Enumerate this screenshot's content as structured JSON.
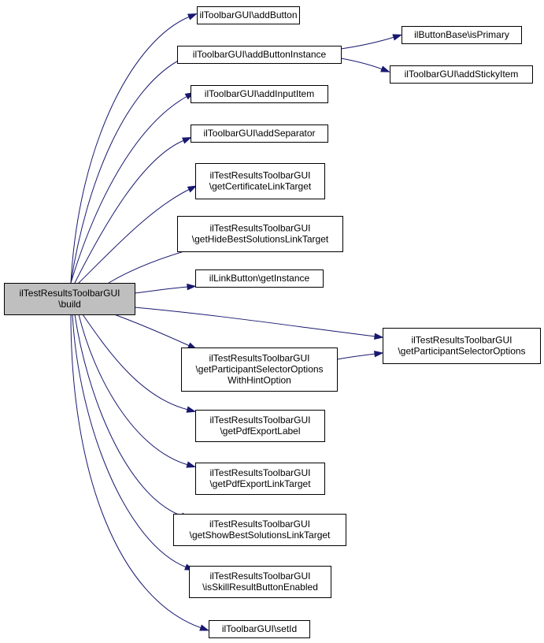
{
  "graph": {
    "colors": {
      "edge": "#191970",
      "root_fill": "#bfbfbf",
      "node_fill": "#ffffff",
      "border": "#000000"
    },
    "root": {
      "id": "build",
      "lines": [
        "ilTestResultsToolbarGUI",
        "\\build"
      ]
    },
    "nodes": [
      {
        "id": "addButton",
        "lines": [
          "ilToolbarGUI\\addButton"
        ]
      },
      {
        "id": "addButtonInstance",
        "lines": [
          "ilToolbarGUI\\addButtonInstance"
        ]
      },
      {
        "id": "isPrimary",
        "lines": [
          "ilButtonBase\\isPrimary"
        ]
      },
      {
        "id": "addStickyItem",
        "lines": [
          "ilToolbarGUI\\addStickyItem"
        ]
      },
      {
        "id": "addInputItem",
        "lines": [
          "ilToolbarGUI\\addInputItem"
        ]
      },
      {
        "id": "addSeparator",
        "lines": [
          "ilToolbarGUI\\addSeparator"
        ]
      },
      {
        "id": "getCertificateLinkTarget",
        "lines": [
          "ilTestResultsToolbarGUI",
          "\\getCertificateLinkTarget"
        ]
      },
      {
        "id": "getHideBestSolutionsLinkTarget",
        "lines": [
          "ilTestResultsToolbarGUI",
          "\\getHideBestSolutionsLinkTarget"
        ]
      },
      {
        "id": "getInstance",
        "lines": [
          "ilLinkButton\\getInstance"
        ]
      },
      {
        "id": "getParticipantSelectorOptions",
        "lines": [
          "ilTestResultsToolbarGUI",
          "\\getParticipantSelectorOptions"
        ]
      },
      {
        "id": "getParticipantSelectorOptionsWithHintOption",
        "lines": [
          "ilTestResultsToolbarGUI",
          "\\getParticipantSelectorOptions",
          "WithHintOption"
        ]
      },
      {
        "id": "getPdfExportLabel",
        "lines": [
          "ilTestResultsToolbarGUI",
          "\\getPdfExportLabel"
        ]
      },
      {
        "id": "getPdfExportLinkTarget",
        "lines": [
          "ilTestResultsToolbarGUI",
          "\\getPdfExportLinkTarget"
        ]
      },
      {
        "id": "getShowBestSolutionsLinkTarget",
        "lines": [
          "ilTestResultsToolbarGUI",
          "\\getShowBestSolutionsLinkTarget"
        ]
      },
      {
        "id": "isSkillResultButtonEnabled",
        "lines": [
          "ilTestResultsToolbarGUI",
          "\\isSkillResultButtonEnabled"
        ]
      },
      {
        "id": "setId",
        "lines": [
          "ilToolbarGUI\\setId"
        ]
      }
    ],
    "edges": [
      {
        "from": "build",
        "to": "addButton"
      },
      {
        "from": "build",
        "to": "addButtonInstance"
      },
      {
        "from": "addButtonInstance",
        "to": "isPrimary"
      },
      {
        "from": "addButtonInstance",
        "to": "addStickyItem"
      },
      {
        "from": "build",
        "to": "addInputItem"
      },
      {
        "from": "build",
        "to": "addSeparator"
      },
      {
        "from": "build",
        "to": "getCertificateLinkTarget"
      },
      {
        "from": "build",
        "to": "getHideBestSolutionsLinkTarget"
      },
      {
        "from": "build",
        "to": "getInstance"
      },
      {
        "from": "build",
        "to": "getParticipantSelectorOptions"
      },
      {
        "from": "build",
        "to": "getParticipantSelectorOptionsWithHintOption"
      },
      {
        "from": "getParticipantSelectorOptionsWithHintOption",
        "to": "getParticipantSelectorOptions"
      },
      {
        "from": "build",
        "to": "getPdfExportLabel"
      },
      {
        "from": "build",
        "to": "getPdfExportLinkTarget"
      },
      {
        "from": "build",
        "to": "getShowBestSolutionsLinkTarget"
      },
      {
        "from": "build",
        "to": "isSkillResultButtonEnabled"
      },
      {
        "from": "build",
        "to": "setId"
      }
    ]
  }
}
